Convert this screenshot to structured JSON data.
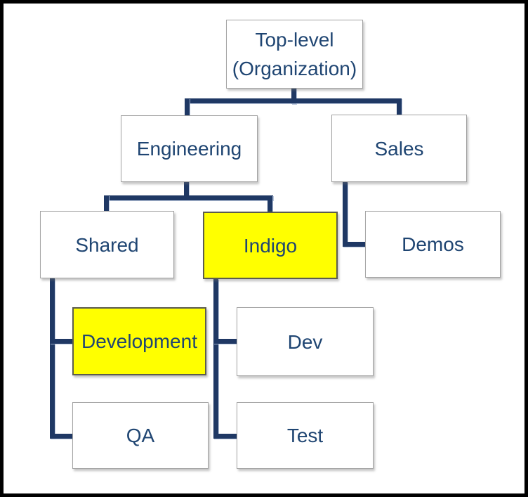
{
  "diagram": {
    "type": "org-chart",
    "nodes": [
      {
        "id": "top-level",
        "line1": "Top-level",
        "line2": "(Organization)",
        "label": "Top-level (Organization)",
        "parent": null,
        "highlighted": false
      },
      {
        "id": "engineering",
        "label": "Engineering",
        "parent": "top-level",
        "highlighted": false
      },
      {
        "id": "sales",
        "label": "Sales",
        "parent": "top-level",
        "highlighted": false
      },
      {
        "id": "shared",
        "label": "Shared",
        "parent": "engineering",
        "highlighted": false
      },
      {
        "id": "indigo",
        "label": "Indigo",
        "parent": "engineering",
        "highlighted": true
      },
      {
        "id": "demos",
        "label": "Demos",
        "parent": "sales",
        "highlighted": false
      },
      {
        "id": "development",
        "label": "Development",
        "parent": "shared",
        "highlighted": true
      },
      {
        "id": "dev",
        "label": "Dev",
        "parent": "indigo",
        "highlighted": false
      },
      {
        "id": "qa",
        "label": "QA",
        "parent": "shared",
        "highlighted": false
      },
      {
        "id": "test",
        "label": "Test",
        "parent": "indigo",
        "highlighted": false
      }
    ],
    "colors": {
      "connector": "#1f3864",
      "node_text": "#1f4572",
      "node_fill": "#ffffff",
      "node_border": "#a3a3a3",
      "highlight_fill": "#ffff00",
      "highlight_border": "#5c5c4e",
      "outer_border": "#000000"
    }
  }
}
